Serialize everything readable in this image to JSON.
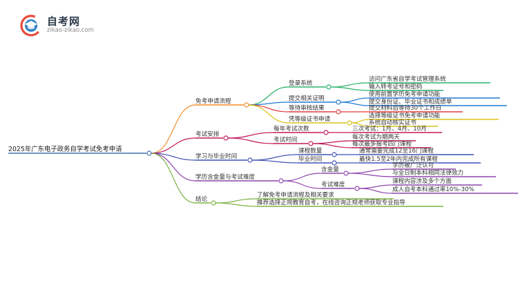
{
  "logo": {
    "title": "自考网",
    "subtitle": "zikao-zikao.com"
  },
  "mindmap": {
    "root": "2025年广东电子政务自学考试免考申请",
    "branches": [
      {
        "label": "免考申请流程",
        "color": "#f08a24",
        "children": [
          {
            "label": "登录系统",
            "color": "#2ab26a",
            "children": [
              {
                "label": "访问广东省自学考试管理系统"
              },
              {
                "label": "输入转考证号和密码"
              }
            ]
          },
          {
            "label": "提交相关证明",
            "color": "#1e7bd0",
            "children": [
              {
                "label": "使用前置学历免考申请功能"
              },
              {
                "label": "提交身份证、毕业证书和成绩单"
              }
            ]
          },
          {
            "label": "等待审核结果",
            "color": "#e23b3b",
            "children": [
              {
                "label": "提交材料后等待30个工作日"
              }
            ]
          },
          {
            "label": "凭等级证书申请",
            "color": "#d9c21a",
            "children": [
              {
                "label": "选择等级证书免考申请功能"
              },
              {
                "label": "系统自动核实证书"
              }
            ]
          }
        ]
      },
      {
        "label": "考试安排",
        "color": "#c2185b",
        "children": [
          {
            "label": "每年考试次数",
            "color": "#c2185b",
            "children": [
              {
                "label": "三次考试：1月、4月、10月"
              }
            ]
          },
          {
            "label": "考试时间",
            "color": "#c2185b",
            "children": [
              {
                "label": "每次考试为期两天"
              },
              {
                "label": "每次最多报考四门课程"
              }
            ]
          }
        ]
      },
      {
        "label": "学习与毕业时间",
        "color": "#3f51b5",
        "children": [
          {
            "label": "课程数量",
            "color": "#3f51b5",
            "children": [
              {
                "label": "通常需要完成12至16门课程"
              }
            ]
          },
          {
            "label": "毕业时间",
            "color": "#3f51b5",
            "children": [
              {
                "label": "最快1.5至2年内完成所有课程"
              }
            ]
          }
        ]
      },
      {
        "label": "学历含金量与考试难度",
        "color": "#8e44ad",
        "children": [
          {
            "label": "含金量",
            "color": "#8e44ad",
            "children": [
              {
                "label": "学历被广泛认可"
              },
              {
                "label": "与全日制本科相同法律效力"
              }
            ]
          },
          {
            "label": "考试难度",
            "color": "#8e44ad",
            "children": [
              {
                "label": "课程内容涉及多个方面"
              },
              {
                "label": "成人自考本科通过率10%-30%"
              }
            ]
          }
        ]
      },
      {
        "label": "结论",
        "color": "#7cb342",
        "children": [
          {
            "label": "了解免考申请流程及相关要求"
          },
          {
            "label": "推荐选择正规教育自考，在线咨询正规老师获取专业指导"
          }
        ]
      }
    ]
  }
}
